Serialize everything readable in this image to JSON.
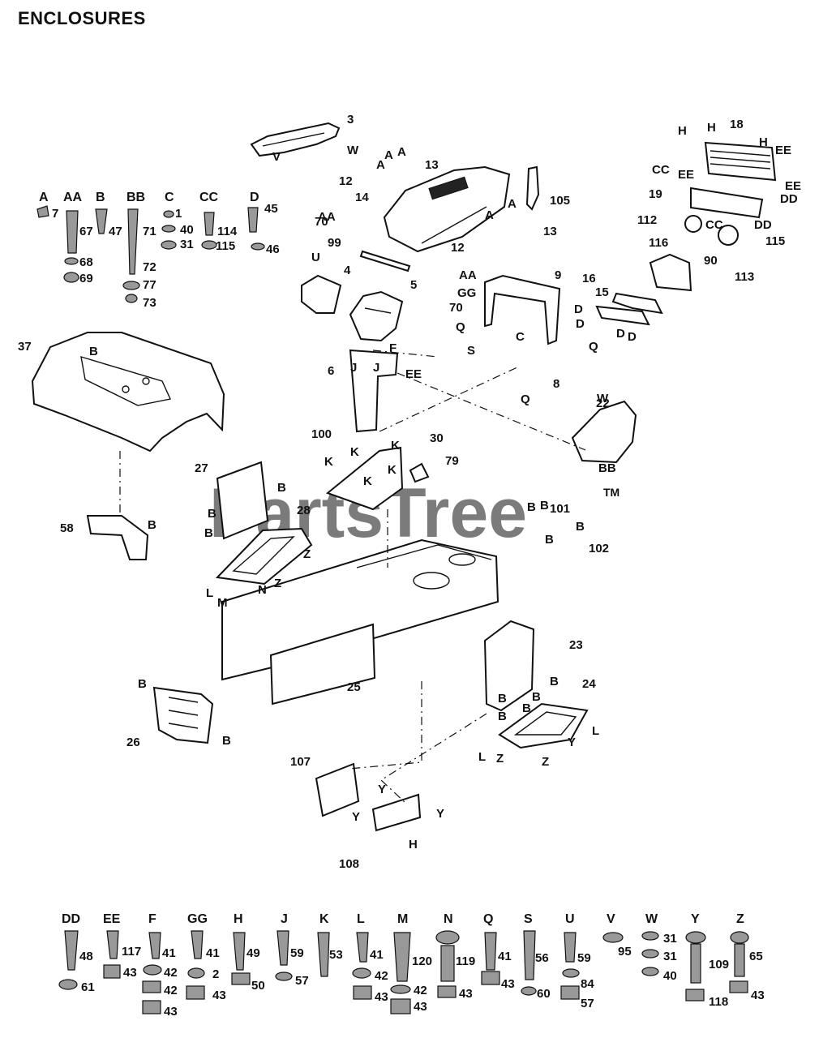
{
  "title": "ENCLOSURES",
  "watermark": "PartsTree",
  "trademark": "TM",
  "callouts": [
    "3",
    "4",
    "5",
    "6",
    "8",
    "9",
    "12",
    "12",
    "13",
    "13",
    "14",
    "15",
    "16",
    "18",
    "19",
    "22",
    "23",
    "24",
    "25",
    "26",
    "27",
    "28",
    "30",
    "37",
    "58",
    "70",
    "70",
    "79",
    "90",
    "99",
    "100",
    "101",
    "102",
    "105",
    "107",
    "108",
    "112",
    "113",
    "115",
    "116",
    "V",
    "W",
    "A",
    "A",
    "A",
    "A",
    "A",
    "AA",
    "AA",
    "U",
    "GG",
    "Q",
    "C",
    "Q",
    "D",
    "D",
    "D",
    "D",
    "S",
    "Q",
    "F",
    "EE",
    "J",
    "J",
    "K",
    "K",
    "K",
    "K",
    "K",
    "W",
    "BB",
    "B",
    "B",
    "B",
    "B",
    "B",
    "B",
    "B",
    "B",
    "B",
    "B",
    "B",
    "B",
    "B",
    "B",
    "B",
    "B",
    "L",
    "M",
    "N",
    "Z",
    "Z",
    "L",
    "L",
    "Z",
    "Z",
    "Y",
    "Y",
    "Y",
    "Y",
    "H",
    "H",
    "H",
    "H",
    "EE",
    "CC",
    "EE",
    "EE",
    "DD",
    "CC",
    "DD"
  ],
  "hardware_top": [
    {
      "key": "A",
      "parts": [
        "7"
      ]
    },
    {
      "key": "AA",
      "parts": [
        "67",
        "68",
        "69"
      ]
    },
    {
      "key": "B",
      "parts": [
        "47"
      ]
    },
    {
      "key": "BB",
      "parts": [
        "71",
        "72",
        "77",
        "73"
      ]
    },
    {
      "key": "C",
      "parts": [
        "1",
        "40",
        "31"
      ]
    },
    {
      "key": "CC",
      "parts": [
        "114",
        "115"
      ]
    },
    {
      "key": "D",
      "parts": [
        "45",
        "46"
      ]
    }
  ],
  "hardware_bottom": [
    {
      "key": "DD",
      "parts": [
        "48",
        "61"
      ]
    },
    {
      "key": "EE",
      "parts": [
        "117",
        "43"
      ]
    },
    {
      "key": "F",
      "parts": [
        "41",
        "42",
        "42",
        "43"
      ]
    },
    {
      "key": "GG",
      "parts": [
        "41",
        "2",
        "43"
      ]
    },
    {
      "key": "H",
      "parts": [
        "49",
        "50"
      ]
    },
    {
      "key": "J",
      "parts": [
        "59",
        "57"
      ]
    },
    {
      "key": "K",
      "parts": [
        "53"
      ]
    },
    {
      "key": "L",
      "parts": [
        "41",
        "42",
        "43"
      ]
    },
    {
      "key": "M",
      "parts": [
        "120",
        "42",
        "43"
      ]
    },
    {
      "key": "N",
      "parts": [
        "119",
        "43"
      ]
    },
    {
      "key": "Q",
      "parts": [
        "41",
        "43"
      ]
    },
    {
      "key": "S",
      "parts": [
        "56",
        "60"
      ]
    },
    {
      "key": "U",
      "parts": [
        "59",
        "84",
        "57"
      ]
    },
    {
      "key": "V",
      "parts": [
        "95"
      ]
    },
    {
      "key": "W",
      "parts": [
        "31",
        "31",
        "40"
      ]
    },
    {
      "key": "Y",
      "parts": [
        "109",
        "118"
      ]
    },
    {
      "key": "Z",
      "parts": [
        "65",
        "43"
      ]
    }
  ]
}
